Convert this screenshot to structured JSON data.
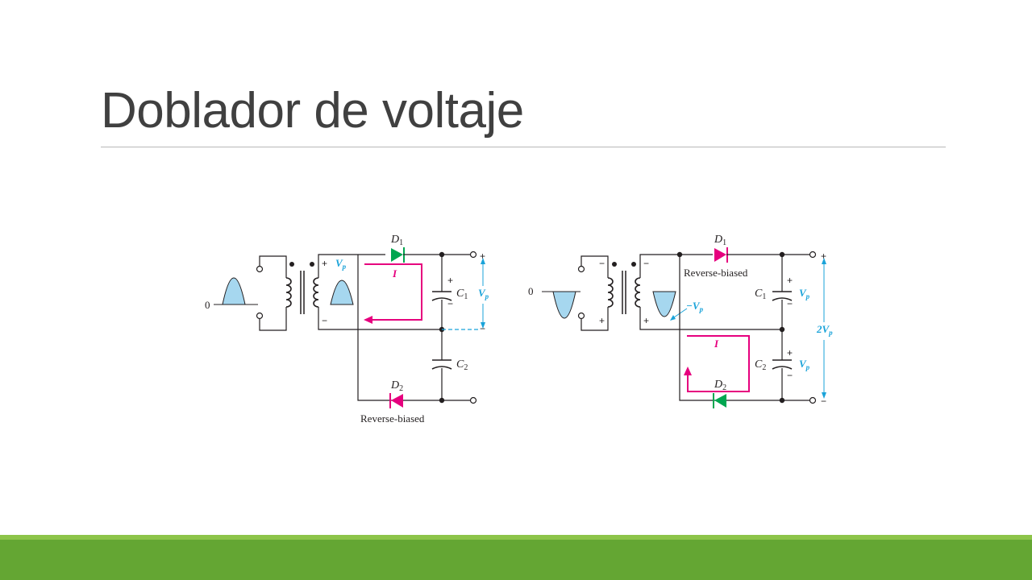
{
  "slide": {
    "title": "Doblador de voltaje"
  },
  "left_circuit": {
    "input_zero": "0",
    "d1": {
      "letter": "D",
      "sub": "1"
    },
    "d2": {
      "letter": "D",
      "sub": "2"
    },
    "c1": {
      "letter": "C",
      "sub": "1"
    },
    "c2": {
      "letter": "C",
      "sub": "2"
    },
    "current": "I",
    "vp": {
      "letter": "V",
      "sub": "p"
    },
    "d2_status": "Reverse-biased",
    "plus": "+",
    "minus": "−"
  },
  "right_circuit": {
    "input_zero": "0",
    "d1": {
      "letter": "D",
      "sub": "1"
    },
    "d2": {
      "letter": "D",
      "sub": "2"
    },
    "c1": {
      "letter": "C",
      "sub": "1"
    },
    "c2": {
      "letter": "C",
      "sub": "2"
    },
    "current": "I",
    "vp": {
      "letter": "V",
      "sub": "p"
    },
    "neg_vp": {
      "letter": "−V",
      "sub": "p"
    },
    "two_vp": {
      "letter": "2V",
      "sub": "p"
    },
    "d1_status": "Reverse-biased",
    "plus": "+",
    "minus": "−"
  },
  "colors": {
    "wire": "#231f20",
    "current_path": "#e6007e",
    "voltage_annotation": "#1aa3d9",
    "waveform_fill": "#a6d7ef",
    "conducting_diode": "#00a650",
    "reverse_diode": "#e6007e",
    "footer_light": "#8dc449",
    "footer_dark": "#64a633",
    "title_text": "#404040"
  }
}
